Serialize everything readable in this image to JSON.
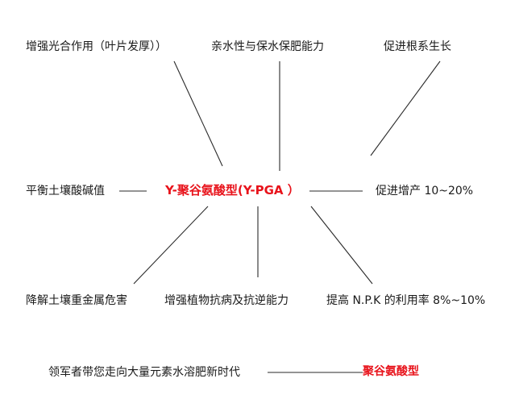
{
  "center": "Y-聚谷氨酸型(Y-PGA ）",
  "benefits": {
    "top_left": "增强光合作用（叶片发厚））",
    "top_middle": "亲水性与保水保肥能力",
    "top_right": "促进根系生长",
    "mid_left": "平衡土壤酸碱值",
    "mid_right": "促进增产 10~20%",
    "bottom_left": "降解土壤重金属危害",
    "bottom_middle": "增强植物抗病及抗逆能力",
    "bottom_right": "提高 N.P.K 的利用率 8%~10%"
  },
  "footer": {
    "slogan": "领军者带您走向大量元素水溶肥新时代",
    "brand": "聚谷氨酸型"
  },
  "colors": {
    "accent": "#e8131b",
    "text": "#1a1a1a",
    "line": "#2a2a2a"
  }
}
